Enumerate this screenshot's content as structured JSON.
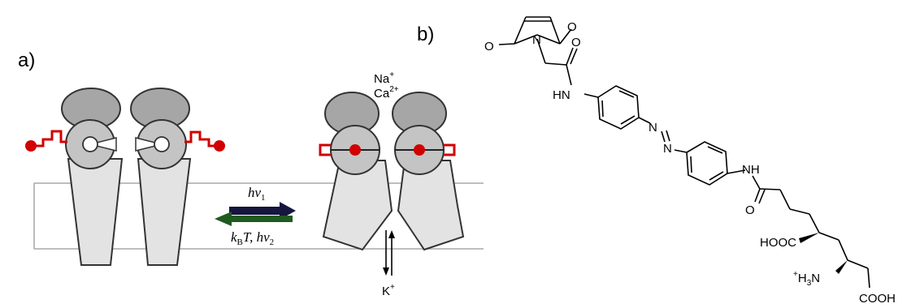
{
  "panel_a": {
    "label": "a)",
    "ions_top_1": "Na",
    "ions_top_1_charge": "+",
    "ions_top_2": "Ca",
    "ions_top_2_charge": "2+",
    "ion_bottom": "K",
    "ion_bottom_charge": "+",
    "forward_light": "hν",
    "forward_light_sub": "1",
    "reverse_kb": "k",
    "reverse_kb_sub": "B",
    "reverse_t": "T, hν",
    "reverse_sub": "2"
  },
  "panel_b": {
    "label": "b)",
    "atoms": {
      "o1": "O",
      "o2": "O",
      "n_mal": "N",
      "o_amide1": "O",
      "hn1": "HN",
      "n_azo1": "N",
      "n_azo2": "N",
      "nh2": "NH",
      "o_amide2": "O",
      "hooc": "HOOC",
      "h3n": "H",
      "h3n_sup": "+",
      "h3n_sub": "3",
      "h3n_n": "N",
      "cooh": "COOH"
    }
  },
  "colors": {
    "protein_light": "#e3e3e3",
    "protein_mid": "#c4c4c4",
    "protein_dark": "#a6a6a6",
    "ligand_red": "#d10000",
    "arrow_navy": "#16163f",
    "arrow_green": "#1f5a1f"
  }
}
